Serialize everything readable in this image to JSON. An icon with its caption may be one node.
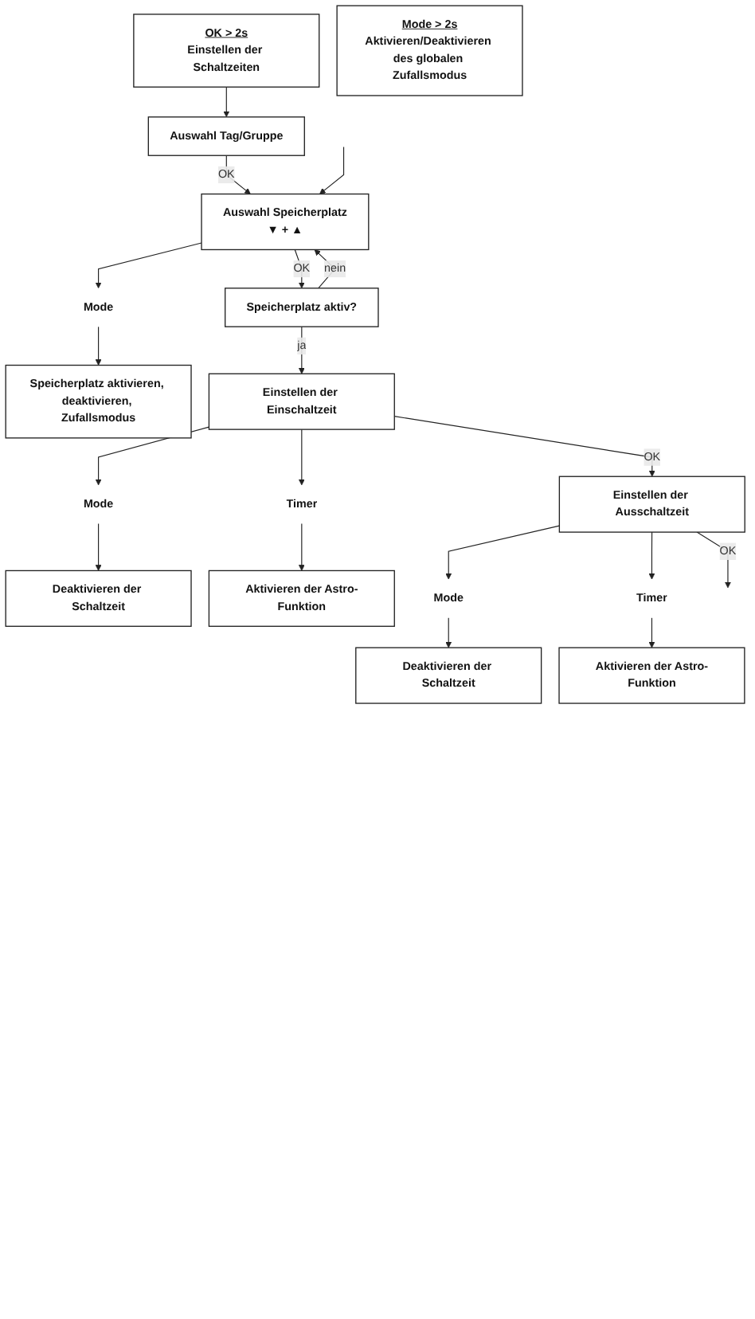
{
  "diagram": {
    "nodes": [
      {
        "text": [
          "OK > 2s",
          "Einstellen der Schaltzeiten"
        ]
      },
      {
        "text": [
          "Mode > 2s",
          "Aktivieren/Deaktivieren des globalen Zufallsmodus"
        ]
      },
      {
        "text": [
          "Auswahl Tag/Gruppe"
        ]
      },
      {
        "text": [
          "Auswahl Speicherplatz",
          "▼ + ▲"
        ]
      },
      {
        "text": [
          "Mode"
        ]
      },
      {
        "text": [
          "Speicherplatz aktivieren, deaktivieren, Zufallsmodus"
        ]
      },
      {
        "text": [
          "Speicherplatz aktiv?"
        ]
      },
      {
        "text": [
          "Einstellen der Einschaltzeit"
        ]
      },
      {
        "text": [
          "Mode"
        ]
      },
      {
        "text": [
          "Deaktivieren der Schaltzeit"
        ]
      },
      {
        "text": [
          "Timer"
        ]
      },
      {
        "text": [
          "Aktivieren der Astro-Funktion"
        ]
      },
      {
        "text": [
          "Einstellen der Ausschaltzeit"
        ]
      },
      {
        "text": [
          "Mode"
        ]
      },
      {
        "text": [
          "Deaktivieren der Schaltzeit"
        ]
      },
      {
        "text": [
          "Timer"
        ]
      },
      {
        "text": [
          "Aktivieren der Astro-Funktion"
        ]
      }
    ],
    "edges": [
      {
        "from": 0,
        "to": 2,
        "arrow": "to"
      },
      {
        "from": 2,
        "to": 3,
        "label": "OK",
        "arrow": "to"
      },
      {
        "from": 3,
        "to": 4,
        "arrow": "to"
      },
      {
        "from": 4,
        "to": 5,
        "arrow": "to"
      },
      {
        "from": 3,
        "to": 6,
        "label": "OK",
        "arrow": "to"
      },
      {
        "from": 6,
        "to": 3,
        "label": "nein",
        "arrow": "to"
      },
      {
        "from": null,
        "to": 3,
        "arrow": "to"
      },
      {
        "from": 6,
        "to": 7,
        "label": "ja",
        "arrow": "to"
      },
      {
        "from": 7,
        "to": 8,
        "arrow": "to"
      },
      {
        "from": 8,
        "to": 9,
        "arrow": "to"
      },
      {
        "from": 7,
        "to": 10,
        "arrow": "to"
      },
      {
        "from": 10,
        "to": 11,
        "arrow": "to"
      },
      {
        "from": 7,
        "to": 12,
        "label": "OK",
        "arrow": "to"
      },
      {
        "from": 12,
        "to": 13,
        "arrow": "to"
      },
      {
        "from": 13,
        "to": 14,
        "arrow": "to"
      },
      {
        "from": 12,
        "to": 15,
        "arrow": "to"
      },
      {
        "from": 15,
        "to": 16,
        "arrow": "to"
      },
      {
        "from": 12,
        "to": null,
        "label": "OK",
        "arrow": "to"
      }
    ]
  }
}
